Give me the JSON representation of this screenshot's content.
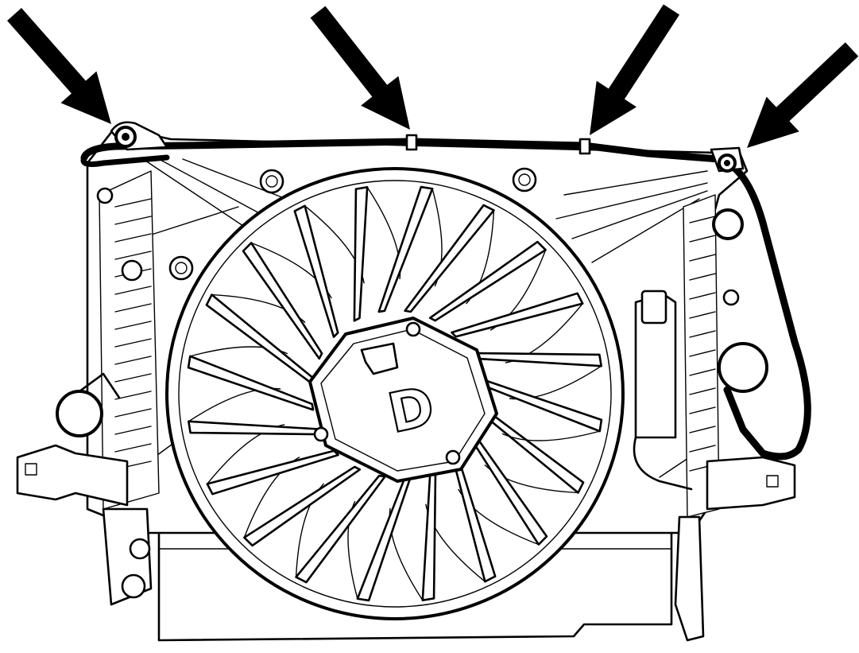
{
  "figure": {
    "subject": "radiator-cooling-fan-assembly",
    "arrows": [
      {
        "name": "arrow-top-left-mount"
      },
      {
        "name": "arrow-top-clip-center-left"
      },
      {
        "name": "arrow-top-clip-center-right"
      },
      {
        "name": "arrow-top-right-mount"
      }
    ],
    "fan": {
      "blade_count": 20,
      "motor_letter": "D"
    },
    "colors": {
      "line": "#000000",
      "background": "#ffffff",
      "harness": "#9a9a9a"
    }
  }
}
